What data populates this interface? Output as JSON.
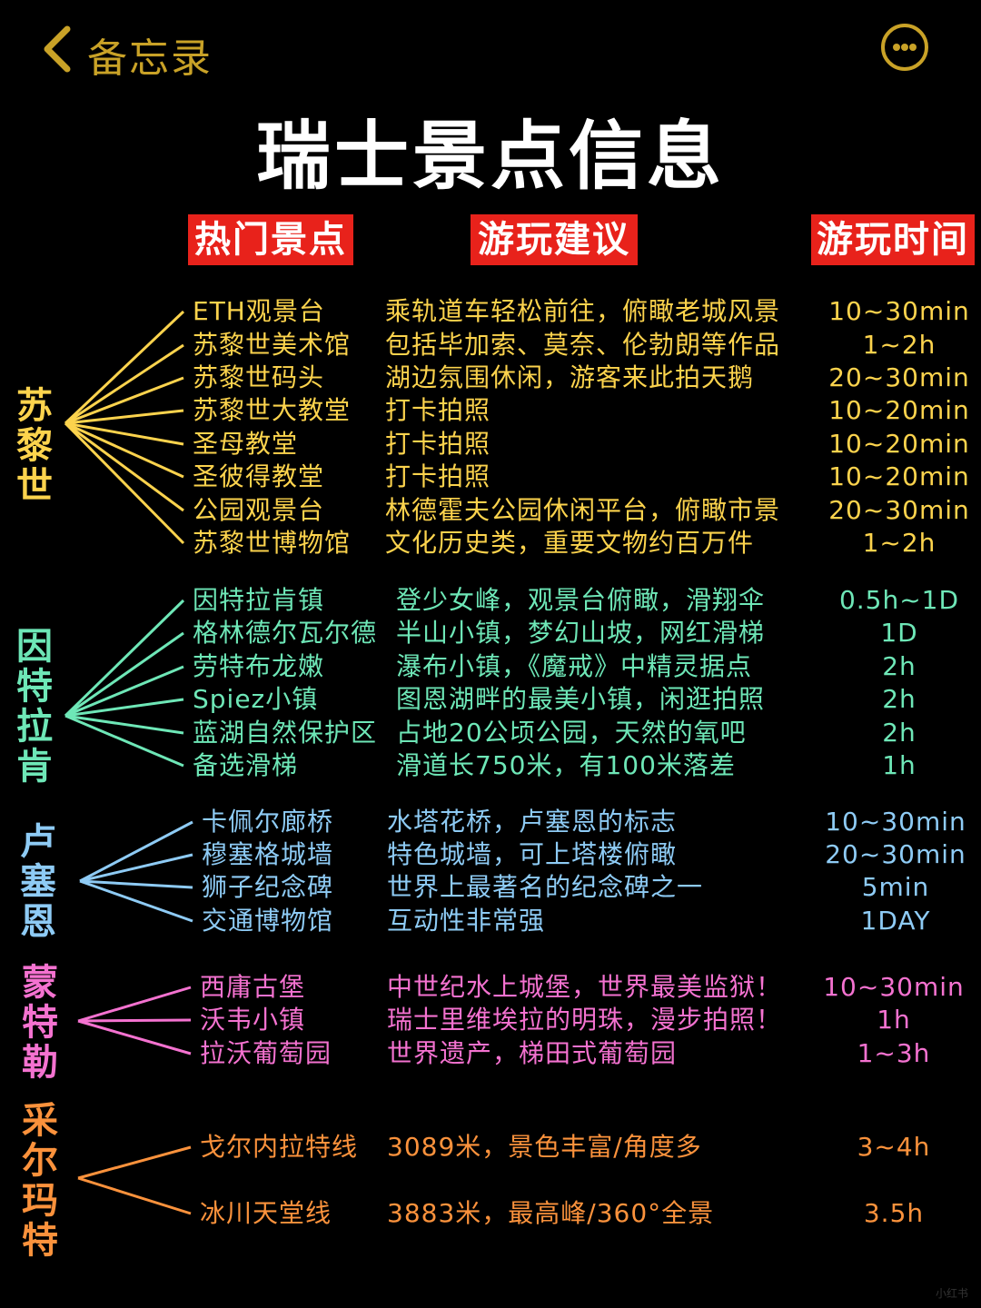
{
  "nav": {
    "back_label": "备忘录"
  },
  "title": "瑞士景点信息",
  "headers": {
    "spot": "热门景点",
    "advice": "游玩建议",
    "time": "游玩时间"
  },
  "colors": {
    "zurich": "#fcd34d",
    "interlaken": "#6ee7b7",
    "lucerne": "#8ecbf5",
    "montreux": "#f472d0",
    "zermatt": "#fb923c",
    "header_bg": "#e8221b",
    "accent": "#c9a227"
  },
  "regions": [
    {
      "name": "苏黎世",
      "items": [
        {
          "spot": "ETH观景台",
          "advice": "乘轨道车轻松前往，俯瞰老城风景",
          "time": "10~30min"
        },
        {
          "spot": "苏黎世美术馆",
          "advice": "包括毕加索、莫奈、伦勃朗等作品",
          "time": "1~2h"
        },
        {
          "spot": "苏黎世码头",
          "advice": "湖边氛围休闲，游客来此拍天鹅",
          "time": "20~30min"
        },
        {
          "spot": "苏黎世大教堂",
          "advice": "打卡拍照",
          "time": "10~20min"
        },
        {
          "spot": "圣母教堂",
          "advice": "打卡拍照",
          "time": "10~20min"
        },
        {
          "spot": "圣彼得教堂",
          "advice": "打卡拍照",
          "time": "10~20min"
        },
        {
          "spot": "公园观景台",
          "advice": "林德霍夫公园休闲平台，俯瞰市景",
          "time": "20~30min"
        },
        {
          "spot": "苏黎世博物馆",
          "advice": "文化历史类，重要文物约百万件",
          "time": "1~2h"
        }
      ]
    },
    {
      "name": "因特拉肯",
      "items": [
        {
          "spot": "因特拉肯镇",
          "advice": "登少女峰，观景台俯瞰，滑翔伞",
          "time": "0.5h~1D"
        },
        {
          "spot": "格林德尔瓦尔德",
          "advice": "半山小镇，梦幻山坡，网红滑梯",
          "time": "1D"
        },
        {
          "spot": "劳特布龙嫩",
          "advice": "瀑布小镇，《魔戒》中精灵据点",
          "time": "2h"
        },
        {
          "spot": "Spiez小镇",
          "advice": "图恩湖畔的最美小镇，闲逛拍照",
          "time": "2h"
        },
        {
          "spot": "蓝湖自然保护区",
          "advice": "占地20公顷公园，天然的氧吧",
          "time": "2h"
        },
        {
          "spot": "备选滑梯",
          "advice": "滑道长750米，有100米落差",
          "time": "1h"
        }
      ]
    },
    {
      "name": "卢塞恩",
      "items": [
        {
          "spot": "卡佩尔廊桥",
          "advice": "水塔花桥，卢塞恩的标志",
          "time": "10~30min"
        },
        {
          "spot": "穆塞格城墙",
          "advice": "特色城墙，可上塔楼俯瞰",
          "time": "20~30min"
        },
        {
          "spot": "狮子纪念碑",
          "advice": "世界上最著名的纪念碑之一",
          "time": "5min"
        },
        {
          "spot": "交通博物馆",
          "advice": "互动性非常强",
          "time": "1DAY"
        }
      ]
    },
    {
      "name": "蒙特勒",
      "items": [
        {
          "spot": "西庸古堡",
          "advice": "中世纪水上城堡，世界最美监狱！",
          "time": "10~30min"
        },
        {
          "spot": "沃韦小镇",
          "advice": "瑞士里维埃拉的明珠，漫步拍照！",
          "time": "1h"
        },
        {
          "spot": "拉沃葡萄园",
          "advice": "世界遗产，梯田式葡萄园",
          "time": "1~3h"
        }
      ]
    },
    {
      "name": "采尔玛特",
      "items": [
        {
          "spot": "戈尔内拉特线",
          "advice": "3089米，景色丰富/角度多",
          "time": "3~4h"
        },
        {
          "spot": "冰川天堂线",
          "advice": "3883米，最高峰/360°全景",
          "time": "3.5h"
        }
      ]
    }
  ],
  "watermark": "小红书"
}
